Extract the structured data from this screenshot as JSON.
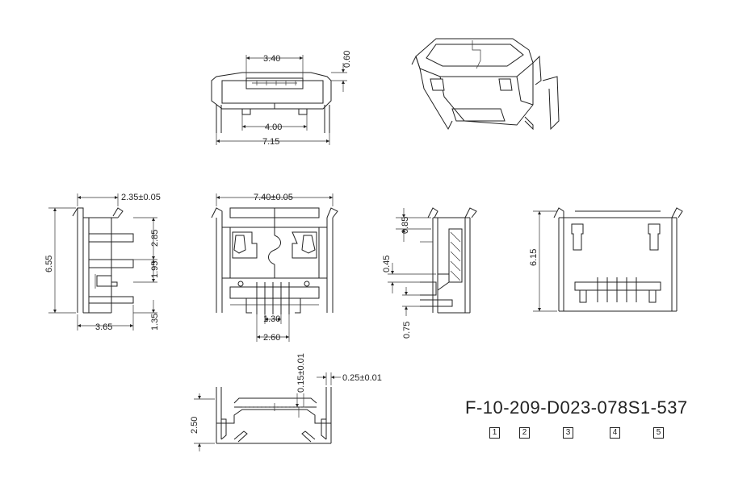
{
  "dimensions": {
    "top_width_340": "3.40",
    "top_height_060": "0.60",
    "top_width_400": "4.00",
    "top_width_715": "7.15",
    "side_width_235": "2.35±0.05",
    "side_height_655": "6.55",
    "side_height_285": "2.85",
    "side_height_195": "1.95",
    "side_height_135": "1.35",
    "side_width_365": "3.65",
    "front_width_740": "7.40±0.05",
    "front_width_130": "1.30",
    "front_width_260": "2.60",
    "section_085": "0.85",
    "section_045": "0.45",
    "section_075": "0.75",
    "back_height_615": "6.15",
    "bottom_height_250": "2.50",
    "bottom_015": "0.15±0.01",
    "bottom_025": "0.25±0.01"
  },
  "part_number": "F-10-209-D023-078S1-537",
  "part_fields": [
    "1",
    "2",
    "3",
    "4",
    "5"
  ]
}
